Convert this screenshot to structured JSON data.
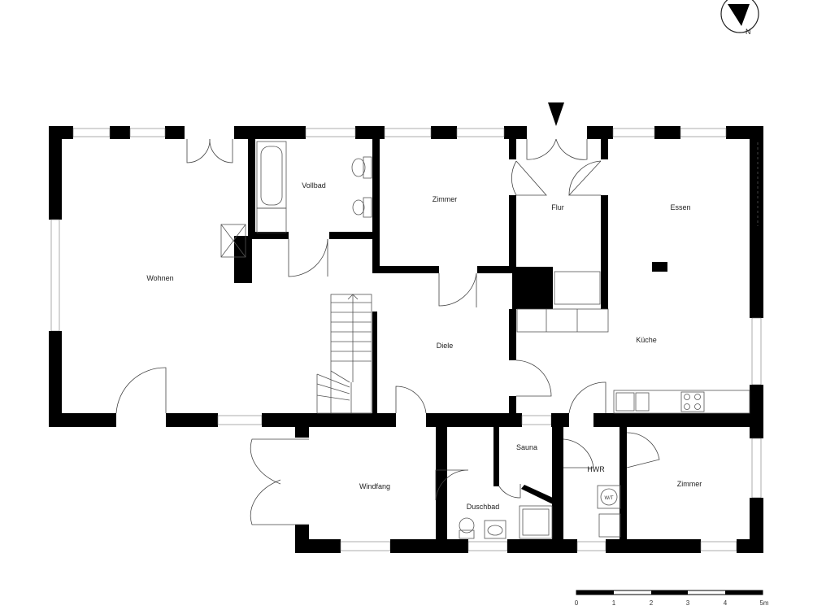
{
  "rooms": {
    "wohnen": "Wohnen",
    "vollbad": "Vollbad",
    "zimmer_top": "Zimmer",
    "flur": "Flur",
    "essen": "Essen",
    "kueche": "Küche",
    "diele": "Diele",
    "windfang": "Windfang",
    "sauna": "Sauna",
    "duschbad": "Duschbad",
    "hwr": "HWR",
    "zimmer_bottom": "Zimmer"
  },
  "appliances": {
    "washer": "W/T"
  },
  "compass": {
    "letter": "N"
  },
  "scale": {
    "ticks": [
      "0",
      "1",
      "2",
      "3",
      "4",
      "5m"
    ]
  }
}
